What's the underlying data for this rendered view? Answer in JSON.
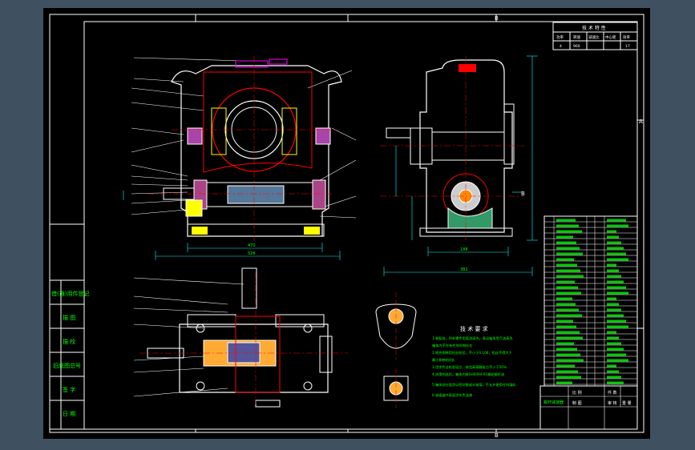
{
  "drawing": {
    "zone_marks": {
      "top_mid": "B",
      "bottom_mid": "B",
      "right_mid": "A",
      "section": "B"
    },
    "tech_params": {
      "title": "技 术 特 性",
      "headers": [
        "功率",
        "转速",
        "减速比",
        "中心距",
        "效率"
      ],
      "values": [
        "4",
        "960",
        "",
        "",
        "17"
      ]
    },
    "tech_requirements": {
      "title": "技 术 要 求",
      "lines": [
        "1.装配前，所有零件用煤油清洗，滚动轴承用汽油清洗",
        "  箱体内不许有任何杂物存在",
        "2.啮合侧隙用铅丝检验，不小于0.106，铅丝不得大于",
        "  最小侧隙的4倍",
        "3.用涂色法检验斑点，按齿高接触斑点不少于50%",
        "4.润滑剂选用，箱体内装SH0094-91蜗轮蜗杆油",
        "5.箱体剖分面涂以密封胶或水玻璃，不允许使用任何填料",
        "6.减速器外表面涂灰色油漆"
      ]
    },
    "left_block_labels": [
      "借(通)用件登记",
      "描 图",
      "描 校",
      "旧底图总号",
      "签 字",
      "日 期"
    ],
    "title_block": {
      "scale_label": "比 例",
      "count_label": "件 数",
      "weight_label": "重 量",
      "drawn_label": "制 图",
      "check_label": "审 核",
      "name": "蜗杆减速器"
    }
  }
}
